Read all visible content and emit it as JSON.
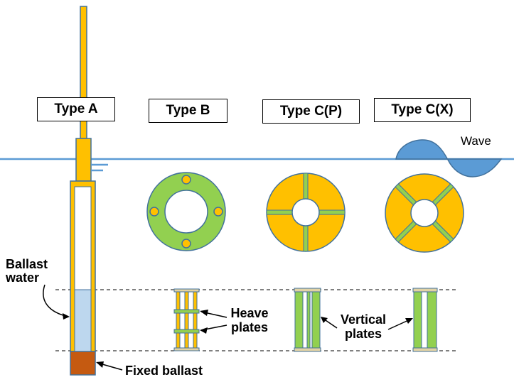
{
  "types": [
    {
      "label": "Type A"
    },
    {
      "label": "Type B"
    },
    {
      "label": "Type C(P)"
    },
    {
      "label": "Type C(X)"
    }
  ],
  "labels": {
    "wave": "Wave",
    "ballast_water_line1": "Ballast",
    "ballast_water_line2": "water",
    "heave_plates_line1": "Heave",
    "heave_plates_line2": "plates",
    "vertical_plates_line1": "Vertical",
    "vertical_plates_line2": "plates",
    "fixed_ballast": "Fixed ballast"
  },
  "colors": {
    "steel_orange": "#FFC000",
    "panel_green": "#92D050",
    "outline_blue": "#41719C",
    "water_line": "#5B9BD5",
    "wave_fill": "#5B9BD5",
    "ballast_water": "#BDD7EE",
    "fixed_ballast": "#C55A11",
    "plate_tan": "#E2D3A5"
  }
}
